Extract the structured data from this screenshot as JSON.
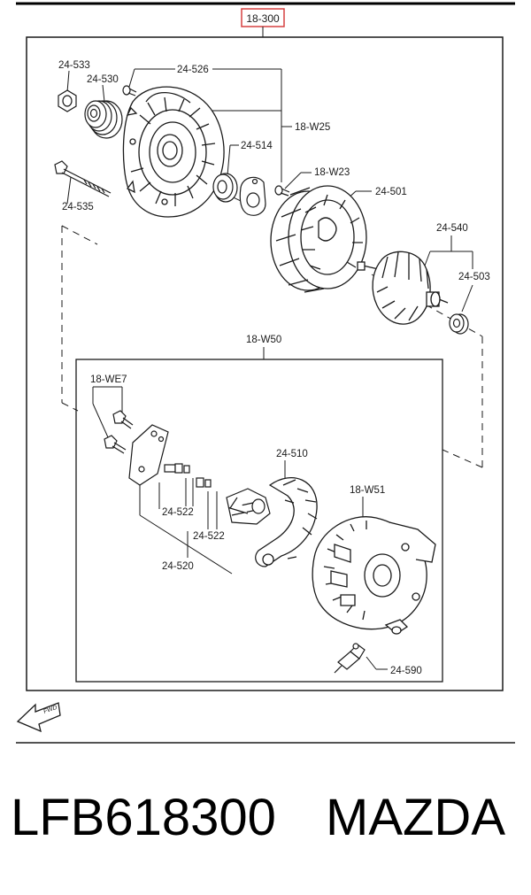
{
  "diagram": {
    "group_code": "18-300",
    "subassembly_label": "18-W50",
    "fwd_label": "FWD",
    "callouts": {
      "c24533": "24-533",
      "c24530": "24-530",
      "c24526": "24-526",
      "c18W25": "18-W25",
      "c24514": "24-514",
      "c18W23": "18-W23",
      "c24535": "24-535",
      "c24501": "24-501",
      "c24540": "24-540",
      "c24503": "24-503",
      "c18WE7": "18-WE7",
      "c24510": "24-510",
      "c18W51": "18-W51",
      "c24522a": "24-522",
      "c24522b": "24-522",
      "c24520": "24-520",
      "c24590": "24-590"
    }
  },
  "caption": {
    "part_number": "LFB618300",
    "brand": "MAZDA"
  },
  "colors": {
    "ink": "#1a1a1a",
    "highlight": "#d64040"
  }
}
